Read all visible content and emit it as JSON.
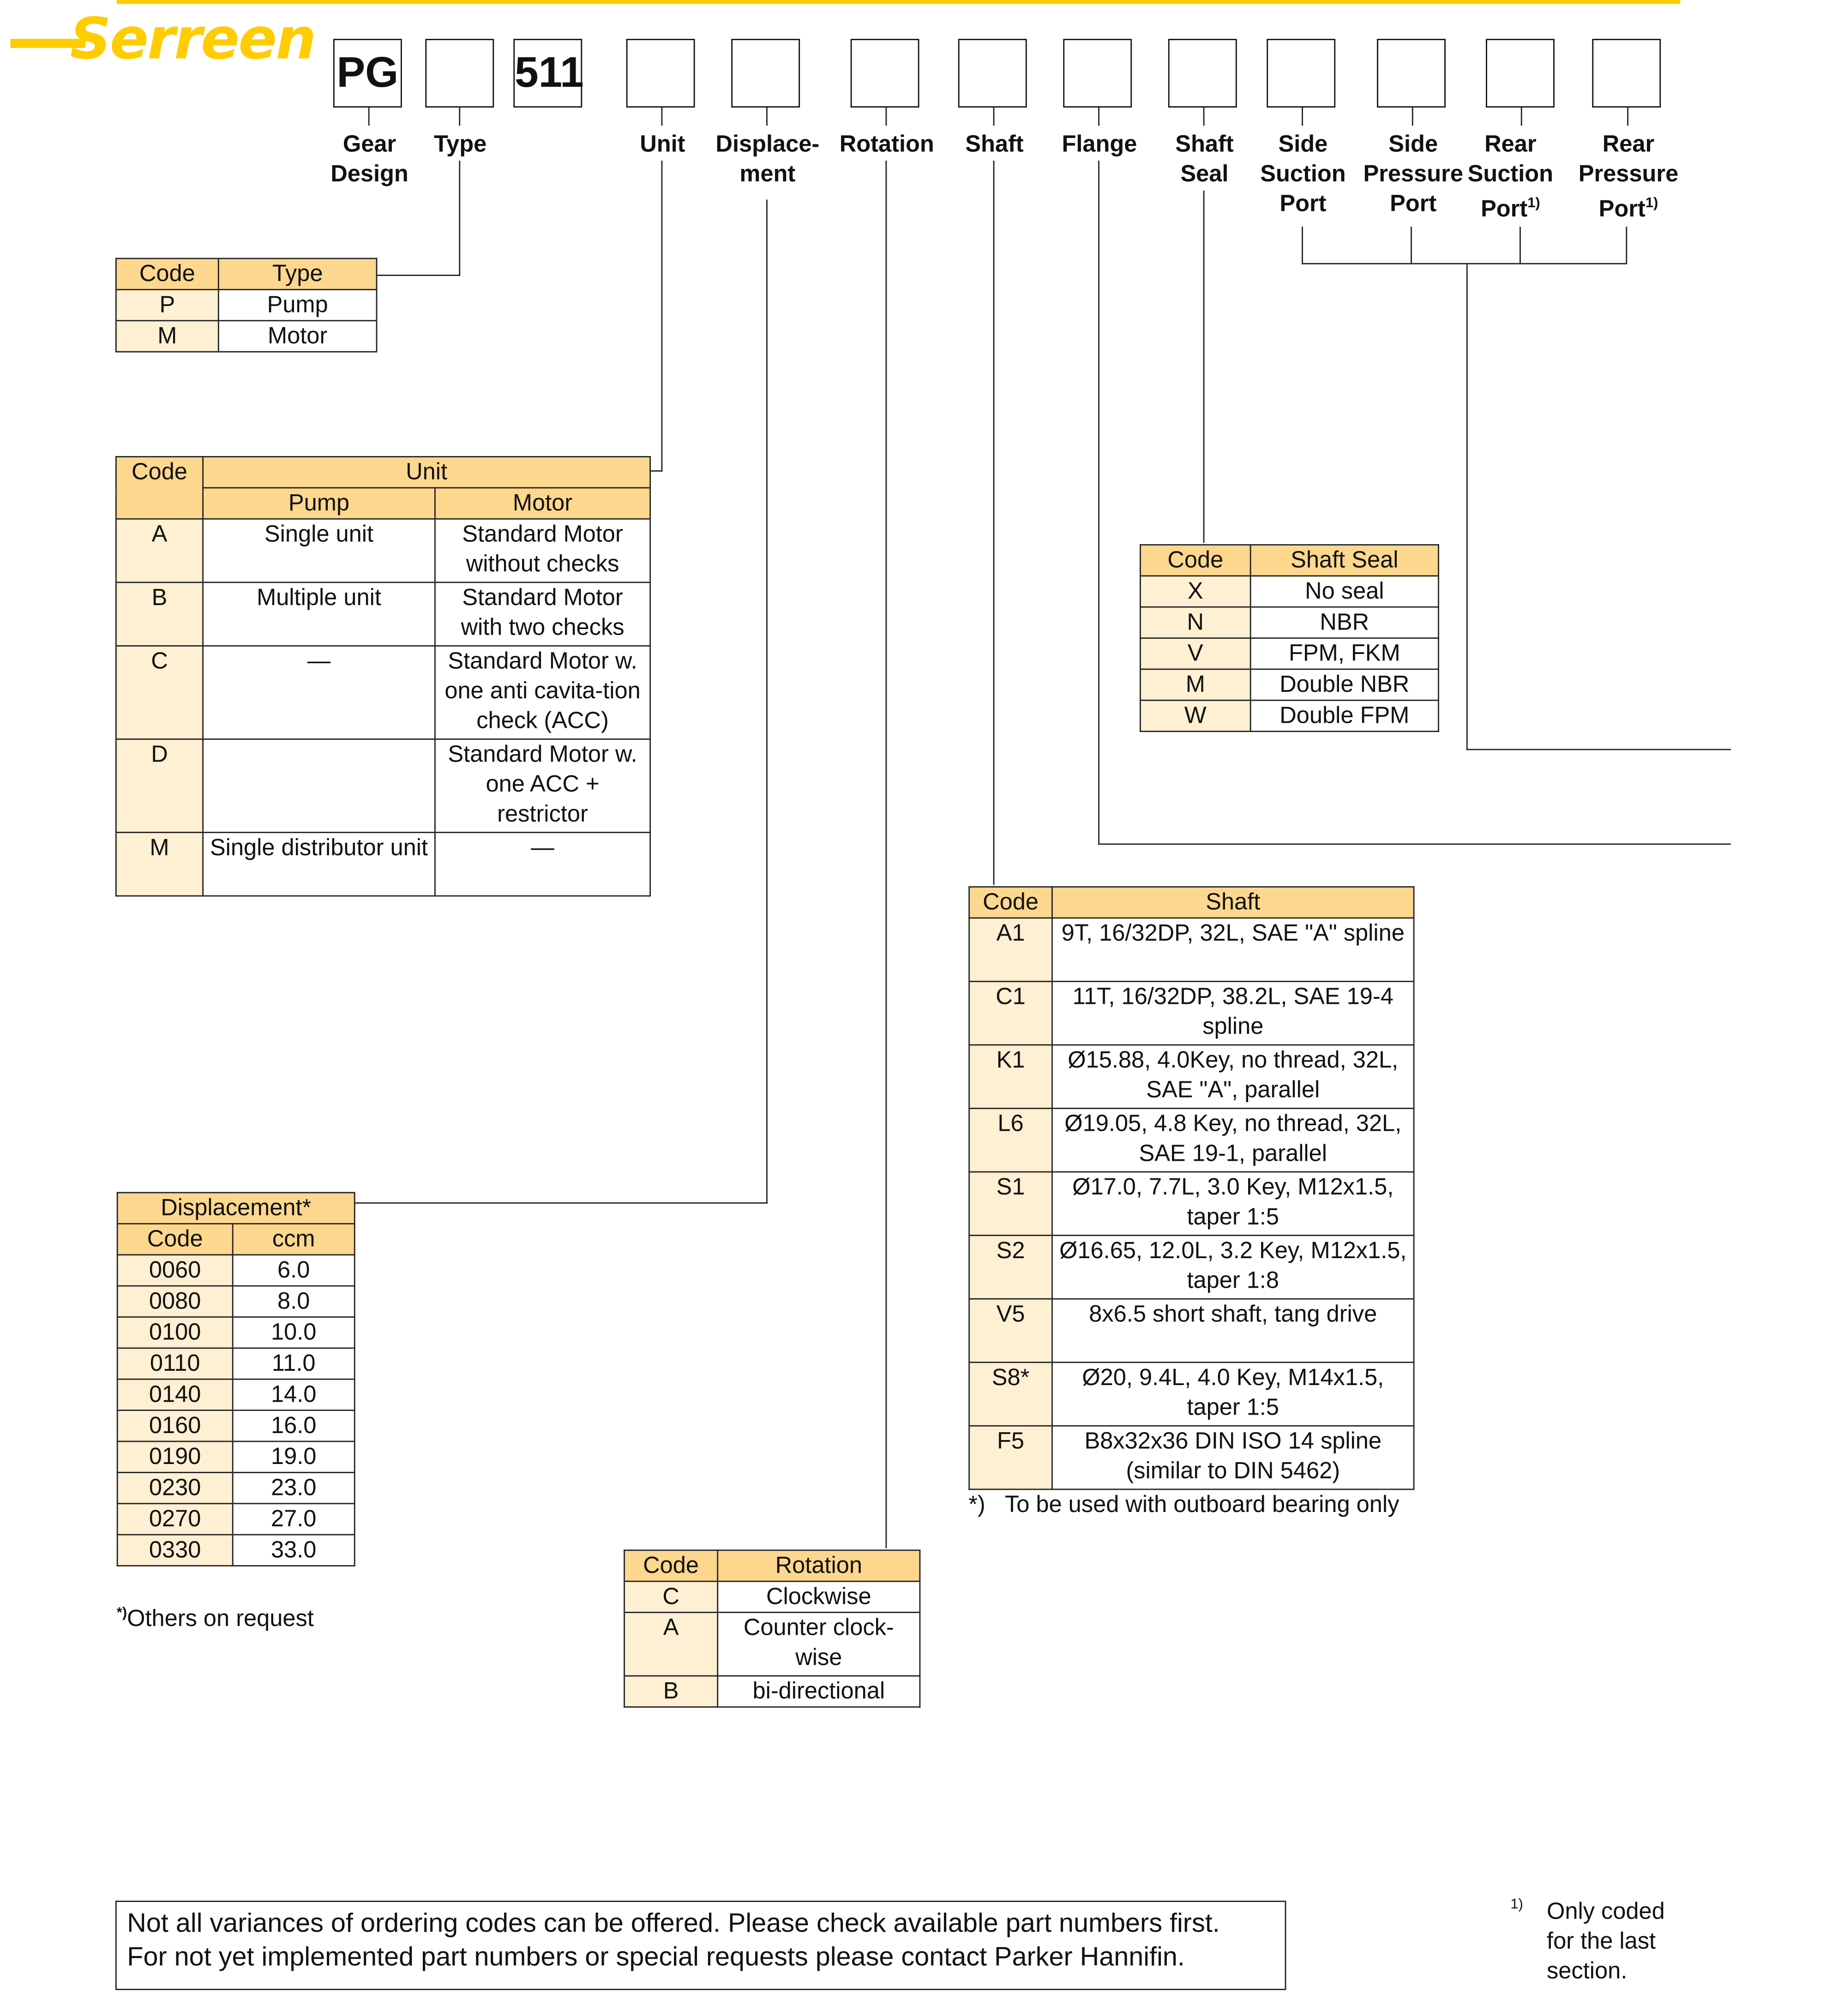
{
  "brand": {
    "logo_text": "Serreen",
    "color": "#ffcc00"
  },
  "code_boxes": [
    "PG",
    "",
    "511",
    "",
    "",
    "",
    "",
    "",
    "",
    "",
    "",
    "",
    ""
  ],
  "field_labels": {
    "gear_design": "Gear Design",
    "type": "Type",
    "unit": "Unit",
    "displacement": "Displace-ment",
    "rotation": "Rotation",
    "shaft": "Shaft",
    "flange": "Flange",
    "shaft_seal": "Shaft Seal",
    "side_suction_port": "Side Suction Port",
    "side_pressure_port": "Side Pressure Port",
    "rear_suction_port": "Rear Suction Port",
    "rear_pressure_port": "Rear Pressure Port",
    "footnote_marker": "1)"
  },
  "type_table": {
    "headers": [
      "Code",
      "Type"
    ],
    "rows": [
      [
        "P",
        "Pump"
      ],
      [
        "M",
        "Motor"
      ]
    ]
  },
  "unit_table": {
    "code_header": "Code",
    "group_header": "Unit",
    "sub_headers": [
      "Pump",
      "Motor"
    ],
    "rows": [
      [
        "A",
        "Single unit",
        "Standard Motor without checks"
      ],
      [
        "B",
        "Multiple unit",
        "Standard Motor with two checks"
      ],
      [
        "C",
        "—",
        "Standard Motor w. one anti cavita-tion check (ACC)"
      ],
      [
        "D",
        "",
        "Standard Motor w. one ACC + restrictor"
      ],
      [
        "M",
        "Single distributor unit",
        "—"
      ]
    ]
  },
  "shaft_seal_table": {
    "headers": [
      "Code",
      "Shaft Seal"
    ],
    "rows": [
      [
        "X",
        "No seal"
      ],
      [
        "N",
        "NBR"
      ],
      [
        "V",
        "FPM, FKM"
      ],
      [
        "M",
        "Double NBR"
      ],
      [
        "W",
        "Double FPM"
      ]
    ]
  },
  "shaft_table": {
    "headers": [
      "Code",
      "Shaft"
    ],
    "rows": [
      [
        "A1",
        "9T, 16/32DP, 32L, SAE \"A\" spline"
      ],
      [
        "C1",
        "11T, 16/32DP, 38.2L, SAE 19-4 spline"
      ],
      [
        "K1",
        "Ø15.88, 4.0Key, no thread, 32L, SAE \"A\", parallel"
      ],
      [
        "L6",
        "Ø19.05, 4.8 Key, no thread, 32L, SAE 19-1, parallel"
      ],
      [
        "S1",
        "Ø17.0, 7.7L, 3.0 Key, M12x1.5,  taper 1:5"
      ],
      [
        "S2",
        "Ø16.65, 12.0L, 3.2 Key, M12x1.5, taper 1:8"
      ],
      [
        "V5",
        "8x6.5 short shaft, tang drive"
      ],
      [
        "S8*",
        "Ø20, 9.4L, 4.0 Key, M14x1.5, taper 1:5"
      ],
      [
        "F5",
        "B8x32x36 DIN ISO 14 spline (similar to DIN 5462)"
      ]
    ],
    "footnote_marker": "*)",
    "footnote": "To be used with outboard bearing only"
  },
  "displacement_table": {
    "title": "Displacement*",
    "headers": [
      "Code",
      "ccm"
    ],
    "rows": [
      [
        "0060",
        "6.0"
      ],
      [
        "0080",
        "8.0"
      ],
      [
        "0100",
        "10.0"
      ],
      [
        "0110",
        "11.0"
      ],
      [
        "0140",
        "14.0"
      ],
      [
        "0160",
        "16.0"
      ],
      [
        "0190",
        "19.0"
      ],
      [
        "0230",
        "23.0"
      ],
      [
        "0270",
        "27.0"
      ],
      [
        "0330",
        "33.0"
      ]
    ],
    "footnote_marker": "*)",
    "footnote": "Others on request"
  },
  "rotation_table": {
    "headers": [
      "Code",
      "Rotation"
    ],
    "rows": [
      [
        "C",
        "Clockwise"
      ],
      [
        "A",
        "Counter clock-wise"
      ],
      [
        "B",
        "bi-directional"
      ]
    ]
  },
  "note": {
    "line1": "Not all variances of ordering codes can be offered. Please check available part numbers first.",
    "line2": "For not yet implemented part numbers or special requests please contact Parker Hannifin."
  },
  "side_note": {
    "marker": "1)",
    "text": "Only coded for the last section."
  },
  "colors": {
    "header_fill": "#fdd78e",
    "code_fill": "#fff0d4",
    "accent": "#ffcc00"
  }
}
